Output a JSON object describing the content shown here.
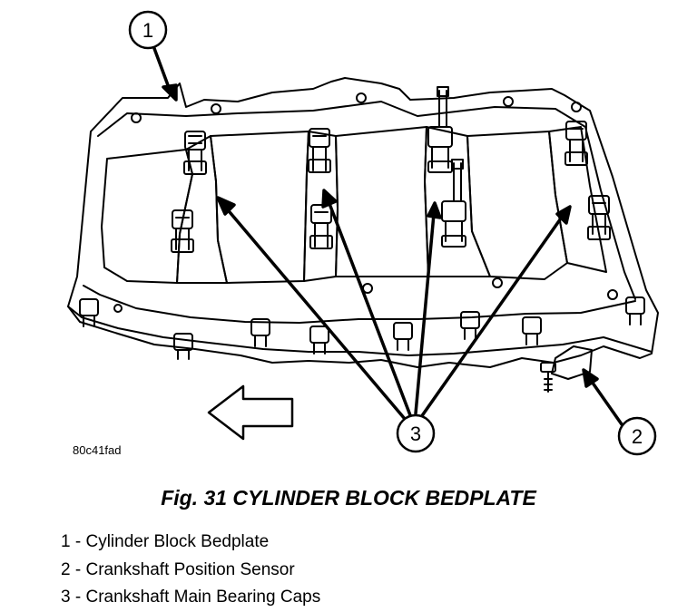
{
  "figure": {
    "image_code": "80c41fad",
    "caption": "Fig. 31 CYLINDER BLOCK BEDPLATE",
    "callouts": [
      {
        "number": "1"
      },
      {
        "number": "2"
      },
      {
        "number": "3"
      }
    ],
    "legend": [
      {
        "number": "1",
        "separator": " - ",
        "text": "Cylinder Block Bedplate"
      },
      {
        "number": "2",
        "separator": " - ",
        "text": "Crankshaft Position Sensor"
      },
      {
        "number": "3",
        "separator": " - ",
        "text": "Crankshaft Main Bearing Caps"
      }
    ]
  },
  "icons": {
    "direction_arrow": "front-direction-arrow-icon",
    "bolt": "bolt-icon",
    "sensor": "sensor-icon"
  }
}
